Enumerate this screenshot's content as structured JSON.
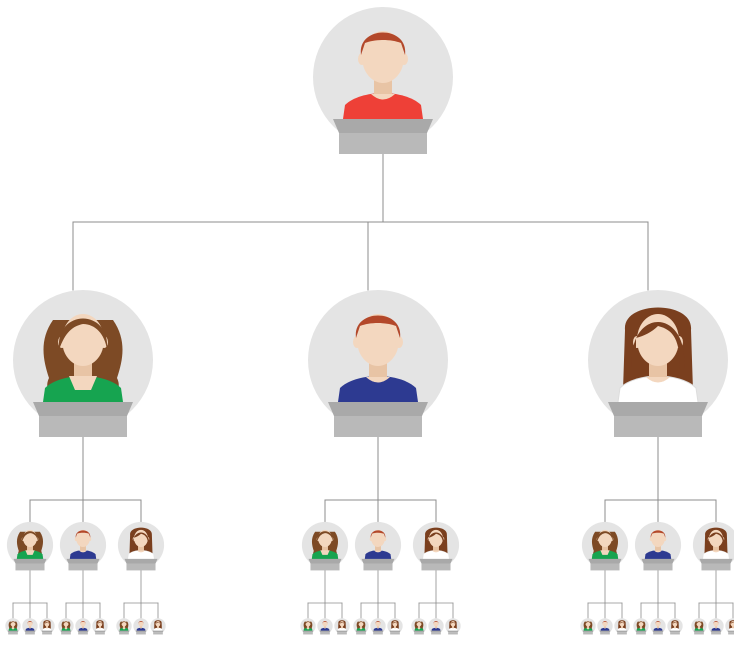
{
  "title": "",
  "colors": {
    "background": "#ffffff",
    "circle": "#e4e4e4",
    "podium_top": "#a9a9a9",
    "podium_front": "#b9b9b9",
    "connector": "#8c8c8c",
    "skin": "#f3d7bf",
    "skin_neck": "#e8c4a5"
  },
  "avatar_styles": {
    "man_red": {
      "hair": "#b3482a",
      "shirt": "#ee4037",
      "hair_style": "short"
    },
    "woman_green": {
      "hair": "#7d4a25",
      "shirt": "#16a450",
      "hair_style": "curly"
    },
    "man_blue": {
      "hair": "#b3482a",
      "shirt": "#2d3a91",
      "hair_style": "short"
    },
    "woman_white": {
      "hair": "#7a3f1e",
      "shirt": "#ffffff",
      "hair_style": "bob"
    }
  },
  "hierarchy": {
    "icon": "person-avatar-icon",
    "levels": 4,
    "root": {
      "avatar": "man_red",
      "children": [
        {
          "avatar": "woman_green",
          "children": [
            "woman_green",
            "man_blue",
            "woman_white"
          ]
        },
        {
          "avatar": "man_blue",
          "children": [
            "woman_green",
            "man_blue",
            "woman_white"
          ]
        },
        {
          "avatar": "woman_white",
          "children": [
            "woman_green",
            "man_blue",
            "woman_white"
          ]
        }
      ]
    },
    "leaf_pattern": [
      "woman_green",
      "man_blue",
      "woman_white"
    ]
  }
}
